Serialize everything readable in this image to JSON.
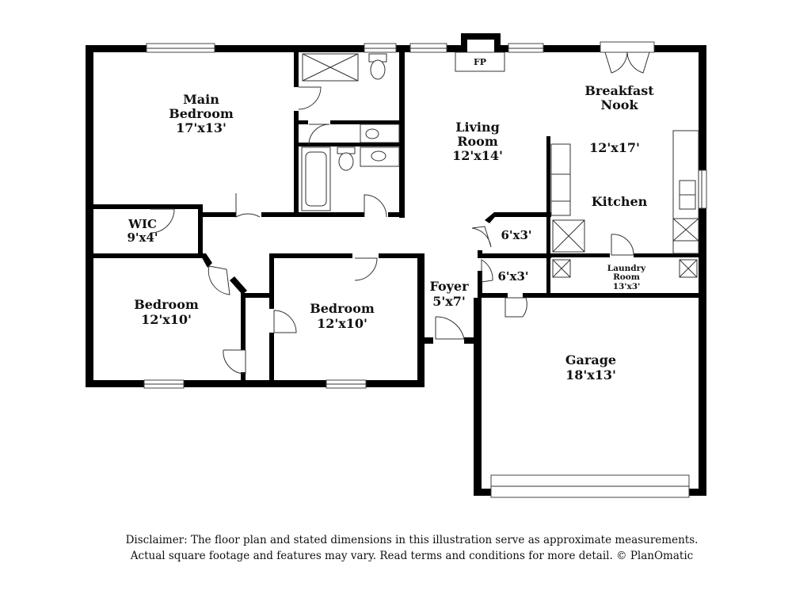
{
  "rooms": {
    "main_bedroom": {
      "name_line1": "Main",
      "name_line2": "Bedroom",
      "dims": "17'x13'"
    },
    "living_room": {
      "name_line1": "Living",
      "name_line2": "Room",
      "dims": "12'x14'"
    },
    "breakfast_nook": {
      "name_line1": "Breakfast",
      "name_line2": "Nook",
      "dims": "12'x17'"
    },
    "kitchen": {
      "name": "Kitchen"
    },
    "wic": {
      "name": "WIC",
      "dims": "9'x4'"
    },
    "closet_upper": {
      "dims": "6'x3'"
    },
    "closet_lower": {
      "dims": "6'x3'"
    },
    "laundry": {
      "name_line1": "Laundry",
      "name_line2": "Room",
      "dims": "13'x3'"
    },
    "bedroom_left": {
      "name": "Bedroom",
      "dims": "12'x10'"
    },
    "bedroom_mid": {
      "name": "Bedroom",
      "dims": "12'x10'"
    },
    "foyer": {
      "name": "Foyer",
      "dims": "5'x7'"
    },
    "garage": {
      "name": "Garage",
      "dims": "18'x13'"
    },
    "fireplace": {
      "label": "FP"
    }
  },
  "disclaimer": {
    "line1": "Disclaimer: The floor plan and stated dimensions in this illustration serve as approximate measurements.",
    "line2": "Actual square footage and features may vary. Read terms and conditions for more detail. © PlanOmatic"
  },
  "colors": {
    "walls": "#000000",
    "background": "#ffffff",
    "fixtures": "#333333"
  }
}
